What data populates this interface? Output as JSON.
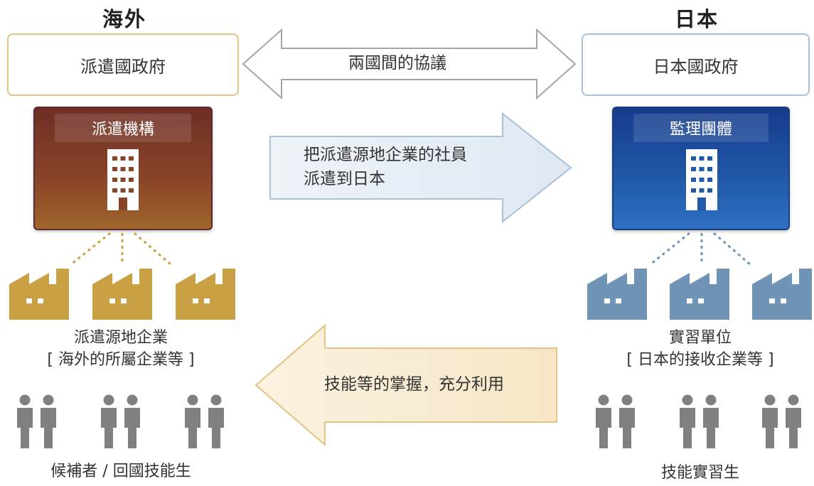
{
  "headings": {
    "overseas": "海外",
    "japan": "日本"
  },
  "top_boxes": {
    "left": "派遣國政府",
    "right": "日本國政府"
  },
  "arrows": {
    "agreement": "兩國間的協議",
    "dispatch_line1": "把派遣源地企業的社員",
    "dispatch_line2": "派遣到日本",
    "return": "技能等的掌握，充分利用"
  },
  "org_boxes": {
    "sending_agency": "派遣機構",
    "supervising_org": "監理團體"
  },
  "factory_labels": {
    "left_line1": "派遣源地企業",
    "left_line2": "[ 海外的所屬企業等 ]",
    "right_line1": "實習單位",
    "right_line2": "[ 日本的接收企業等 ]"
  },
  "people_labels": {
    "left": "候補者 / 回國技能生",
    "right": "技能實習生"
  },
  "colors": {
    "gold_border": "#e1c383",
    "blue_border": "#a8c2d9",
    "brown_dark": "#6e2d24",
    "brown_light": "#a0652a",
    "navy_dark": "#163b8c",
    "navy_light": "#2f6fc4",
    "factory_gold": "#caa045",
    "factory_blue": "#6f94b6",
    "people_gray": "#808080",
    "dispatch_arrow_fill": "#e5ecf4",
    "return_arrow_fill": "#fbf2e1"
  }
}
